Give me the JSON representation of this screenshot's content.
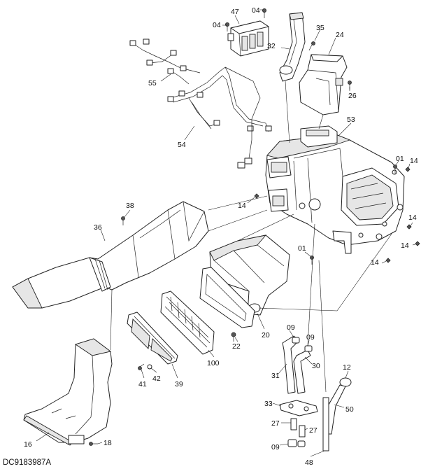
{
  "drawing_code": "DC9183987A",
  "callouts": [
    {
      "id": "c47",
      "label": "47"
    },
    {
      "id": "c04a",
      "label": "04"
    },
    {
      "id": "c04b",
      "label": "04"
    },
    {
      "id": "c35",
      "label": "35"
    },
    {
      "id": "c24",
      "label": "24"
    },
    {
      "id": "c32",
      "label": "32"
    },
    {
      "id": "c26",
      "label": "26"
    },
    {
      "id": "c55",
      "label": "55"
    },
    {
      "id": "c54",
      "label": "54"
    },
    {
      "id": "c53",
      "label": "53"
    },
    {
      "id": "c01a",
      "label": "01"
    },
    {
      "id": "c14a",
      "label": "14"
    },
    {
      "id": "c14b",
      "label": "14"
    },
    {
      "id": "c14c",
      "label": "14"
    },
    {
      "id": "c14d",
      "label": "14"
    },
    {
      "id": "c14e",
      "label": "14"
    },
    {
      "id": "c38",
      "label": "38"
    },
    {
      "id": "c36",
      "label": "36"
    },
    {
      "id": "c01b",
      "label": "01"
    },
    {
      "id": "c20",
      "label": "20"
    },
    {
      "id": "c22",
      "label": "22"
    },
    {
      "id": "c09a",
      "label": "09"
    },
    {
      "id": "c09b",
      "label": "09"
    },
    {
      "id": "c30",
      "label": "30"
    },
    {
      "id": "c31",
      "label": "31"
    },
    {
      "id": "c100",
      "label": "100"
    },
    {
      "id": "c12",
      "label": "12"
    },
    {
      "id": "c50",
      "label": "50"
    },
    {
      "id": "c33",
      "label": "33"
    },
    {
      "id": "c41",
      "label": "41"
    },
    {
      "id": "c42",
      "label": "42"
    },
    {
      "id": "c39",
      "label": "39"
    },
    {
      "id": "c27a",
      "label": "27"
    },
    {
      "id": "c27b",
      "label": "27"
    },
    {
      "id": "c09c",
      "label": "09"
    },
    {
      "id": "c16",
      "label": "16"
    },
    {
      "id": "c18",
      "label": "18"
    },
    {
      "id": "c48",
      "label": "48"
    }
  ]
}
